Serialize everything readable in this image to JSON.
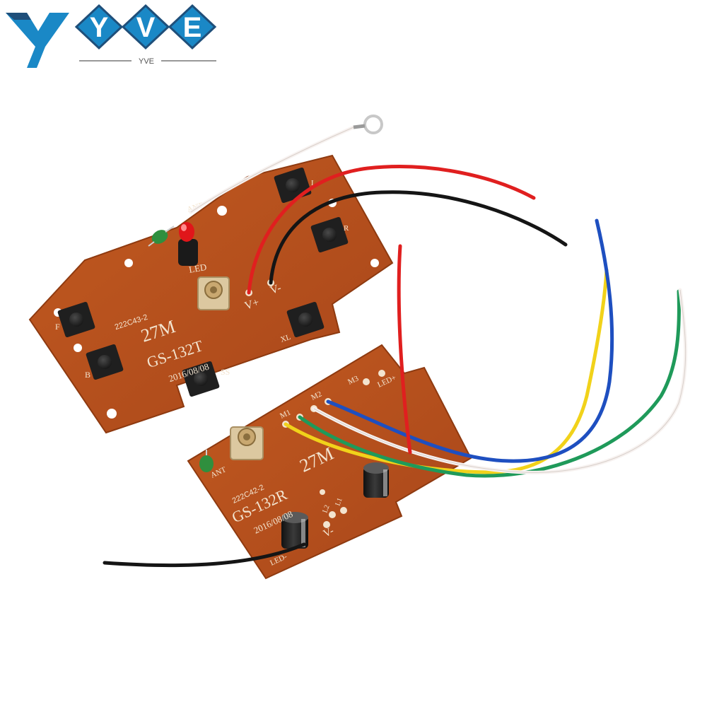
{
  "brand": {
    "logo_letters": [
      "Y",
      "V",
      "E"
    ],
    "logo_sub": "YVE",
    "colors": {
      "primary": "#1a88c6",
      "dark": "#1f4f7a"
    }
  },
  "transmitter": {
    "model": "GS-132T",
    "frequency": "27M",
    "date": "2016/08/08",
    "part_no": "222C43-2",
    "labels": {
      "led": "LED",
      "vplus": "V+",
      "vminus": "V-",
      "f": "F",
      "b": "B",
      "ss": "SS",
      "l": "L",
      "r": "R",
      "xl": "XL",
      "ant": "ANT"
    }
  },
  "receiver": {
    "model": "GS-132R",
    "frequency": "27M",
    "date": "2016/08/08",
    "part_no": "222C42-2",
    "labels": {
      "m1": "M1",
      "m2": "M2",
      "m3": "M3",
      "ledplus": "LED+",
      "ledminus": "LED-",
      "vminus": "V-",
      "ant": "ANT",
      "l1": "L1",
      "l2": "L2"
    }
  },
  "colors": {
    "pcb": "#b8501a",
    "pcb_dark": "#8e3a10",
    "button": "#2a2a2a",
    "wire_red": "#e01f1f",
    "wire_black": "#151515",
    "wire_blue": "#1e4fc0",
    "wire_green": "#1f9a5a",
    "wire_yellow": "#f1d21a",
    "wire_white": "#f7f2f0"
  }
}
